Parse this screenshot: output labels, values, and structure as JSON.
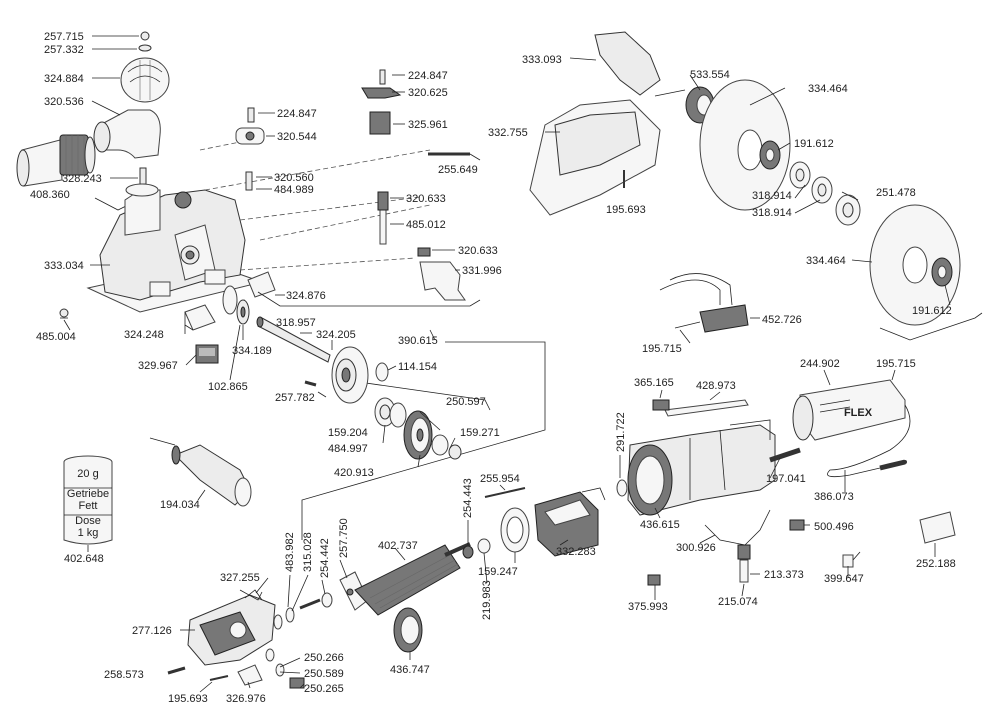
{
  "labels": {
    "p257715a": "257.715",
    "p257332": "257.332",
    "p324884": "324.884",
    "p320536": "320.536",
    "p408360": "408.360",
    "p328243": "328.243",
    "p224847a": "224.847",
    "p320544": "320.544",
    "p224847b": "224.847",
    "p320625": "320.625",
    "p325961": "325.961",
    "p255649": "255.649",
    "p320560": "320.560",
    "p484989": "484.989",
    "p320633a": "320.633",
    "p485012": "485.012",
    "p320633b": "320.633",
    "p331996": "331.996",
    "p333034": "333.034",
    "p485004": "485.004",
    "p324876": "324.876",
    "p324248": "324.248",
    "p318957": "318.957",
    "p324205": "324.205",
    "p390615": "390.615",
    "p329967": "329.967",
    "p334189": "334.189",
    "p114154": "114.154",
    "p102865": "102.865",
    "p257782": "257.782",
    "p250597": "250.597",
    "p159204": "159.204",
    "p159271": "159.271",
    "p484997": "484.997",
    "p420913": "420.913",
    "p194034": "194.034",
    "p402648": "402.648",
    "p333093": "333.093",
    "p533554": "533.554",
    "p334464a": "334.464",
    "p332755": "332.755",
    "p191612a": "191.612",
    "p318914a": "318.914",
    "p251478": "251.478",
    "p318914b": "318.914",
    "p195693a": "195.693",
    "p334464b": "334.464",
    "p191612b": "191.612",
    "p452726": "452.726",
    "p195715a": "195.715",
    "p244902": "244.902",
    "p195715b": "195.715",
    "p365165": "365.165",
    "p428973": "428.973",
    "p291722": "291.722",
    "p197041": "197.041",
    "p255954": "255.954",
    "p386073": "386.073",
    "p254443": "254.443",
    "p436615": "436.615",
    "p500496": "500.496",
    "p300926": "300.926",
    "p252188": "252.188",
    "p327255": "327.255",
    "p483982": "483.982",
    "p315028": "315.028",
    "p254442": "254.442",
    "p257750": "257.750",
    "p402737": "402.737",
    "p332283": "332.283",
    "p159247": "159.247",
    "p219983": "219.983",
    "p213373": "213.373",
    "p399647": "399.647",
    "p375993": "375.993",
    "p215074": "215.074",
    "p277126": "277.126",
    "p250266": "250.266",
    "p258573": "258.573",
    "p250589": "250.589",
    "p436747": "436.747",
    "p195693b": "195.693",
    "p326976": "326.976",
    "p250265": "250.265"
  },
  "grease_box": {
    "weight": "20 g",
    "line1": "Getriebe",
    "line2": "Fett",
    "line3": "Dose",
    "line4": "1 kg"
  },
  "brand": "FLEX"
}
